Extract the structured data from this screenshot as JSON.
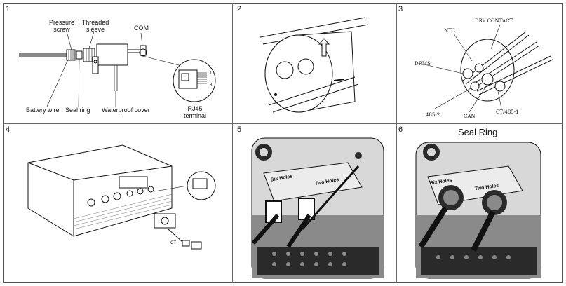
{
  "panels": [
    {
      "number": "1",
      "labels": {
        "pressure_screw": "Pressure\nscrew",
        "threaded_sleeve": "Threaded\nsleeve",
        "com": "COM",
        "battery_wire": "Battery wire",
        "seal_ring": "Seal ring",
        "waterproof_cover": "Waterproof cover",
        "rj45_terminal": "RJ45\nterminal",
        "pin_1": "1",
        "pin_8": "8"
      }
    },
    {
      "number": "2"
    },
    {
      "number": "3",
      "labels": {
        "dry_contact": "DRY CONTACT",
        "ntc": "NTC",
        "drms": "DRMS",
        "rs485_2": "485-2",
        "can": "CAN",
        "ct_485_1": "CT/485-1"
      }
    },
    {
      "number": "4",
      "labels": {
        "ct": "CT"
      }
    },
    {
      "number": "5",
      "labels": {
        "six_holes": "Six Holes",
        "two_holes": "Two Holes"
      }
    },
    {
      "number": "6",
      "title": "Seal Ring",
      "labels": {
        "six_holes": "Six Holes",
        "two_holes": "Two Holes"
      }
    }
  ],
  "colors": {
    "line": "#111111",
    "photo_dark": "#2a2a2a",
    "photo_mid": "#8a8a8a",
    "photo_light": "#d8d8d8"
  }
}
